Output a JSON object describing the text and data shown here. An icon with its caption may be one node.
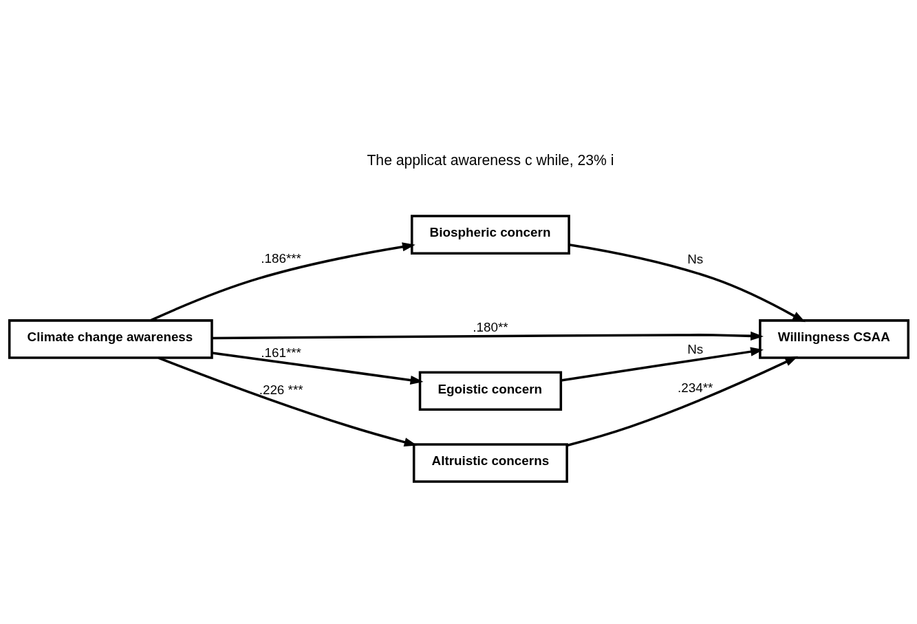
{
  "diagram": {
    "nodes": [
      {
        "text": [
          "Climate change awareness"
        ]
      },
      {
        "text": [
          "Biospheric concern"
        ]
      },
      {
        "text": [
          "Willingness CSAA"
        ]
      },
      {
        "text": [
          "Egoistic concern"
        ]
      },
      {
        "text": [
          "Altruistic concerns"
        ]
      }
    ],
    "edges": [
      {
        "from": 0,
        "to": 1,
        "arrow": "to",
        "label": ".186***"
      },
      {
        "from": 1,
        "to": 2,
        "arrow": "to",
        "label": "Ns"
      },
      {
        "from": 0,
        "to": 2,
        "arrow": "to",
        "label": ".180**"
      },
      {
        "from": 0,
        "to": 3,
        "arrow": "to",
        "label": ".161***"
      },
      {
        "from": 3,
        "to": 2,
        "arrow": "to",
        "label": "Ns"
      },
      {
        "from": 0,
        "to": 4,
        "arrow": "to",
        "label": ".226 ***"
      },
      {
        "from": 4,
        "to": 2,
        "arrow": "to",
        "label": ".234**"
      }
    ],
    "labels": [
      "The applicat awareness c while, 23% i"
    ]
  }
}
